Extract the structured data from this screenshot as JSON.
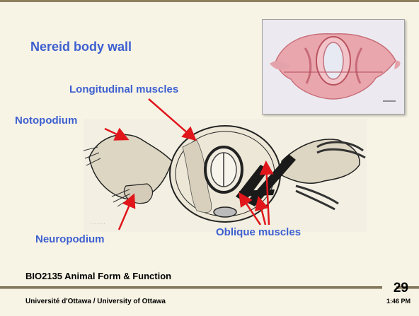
{
  "slide": {
    "title": "Nereid body wall",
    "labels": {
      "longitudinal": "Longitudinal muscles",
      "notopodium": "Notopodium",
      "neuropodium": "Neuropodium",
      "oblique": "Oblique muscles"
    },
    "footer": {
      "course": "BIO2135 Animal Form & Function",
      "university": "Université d'Ottawa / University of Ottawa",
      "page_number": "29",
      "time": "1:46 PM"
    },
    "colors": {
      "background": "#f7f4e5",
      "label_blue": "#3d5fd0",
      "arrow_red": "#e0161b",
      "rule_brown": "#6e6042"
    }
  }
}
